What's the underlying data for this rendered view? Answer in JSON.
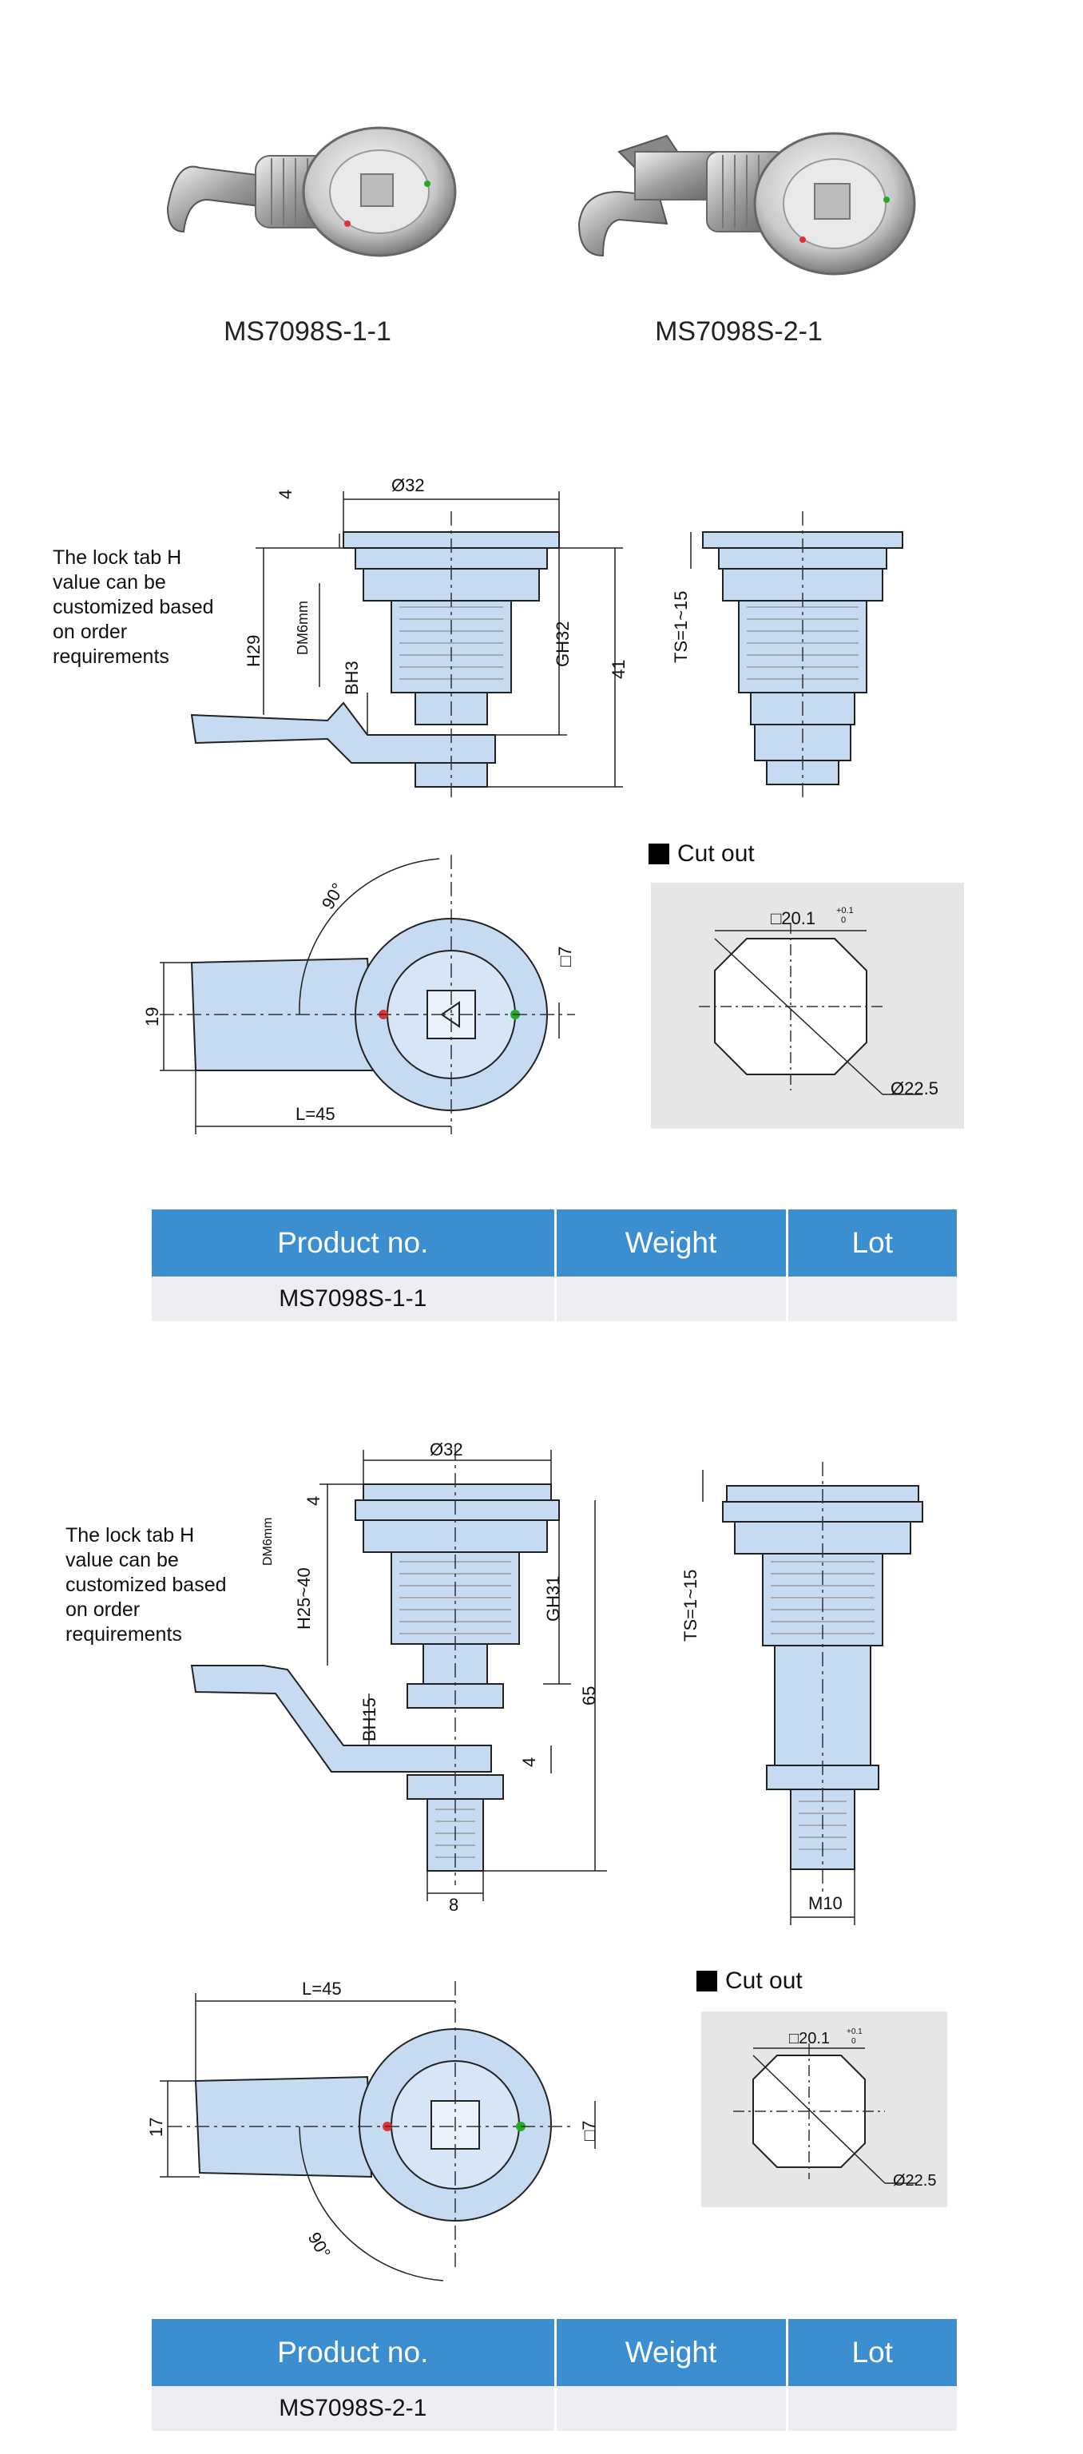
{
  "products": {
    "photo1_caption": "MS7098S-1-1",
    "photo2_caption": "MS7098S-2-1"
  },
  "drawing1": {
    "note": [
      "The lock tab H",
      "value can be",
      "customized based",
      "on order",
      "requirements"
    ],
    "dims": {
      "d32": "Ø32",
      "four": "4",
      "dm6": "DM6mm",
      "h29": "H29",
      "bh3": "BH3",
      "gh32": "GH32",
      "forty_one": "41",
      "ts": "TS=1~15",
      "ninety": "90°",
      "nineteen": "19",
      "sq7": "□7",
      "l45": "L=45"
    },
    "cutout": {
      "title": "Cut out",
      "sq": "□20.1",
      "tol": "+0.1",
      "tol0": "0",
      "dia": "Ø22.5"
    }
  },
  "table1": {
    "headers": [
      "Product no.",
      "Weight",
      "Lot"
    ],
    "row": [
      "MS7098S-1-1",
      "",
      ""
    ]
  },
  "drawing2": {
    "note": [
      "The lock tab H",
      "value can be",
      "customized based",
      "on order",
      "requirements"
    ],
    "dims": {
      "d32": "Ø32",
      "four": "4",
      "dm6": "DM6mm",
      "h25": "H25~40",
      "gh31": "GH31",
      "bh15": "BH15",
      "four_b": "4",
      "sixty_five": "65",
      "eight": "8",
      "ts": "TS=1~15",
      "m10": "M10",
      "l45": "L=45",
      "seventeen": "17",
      "sq7": "□7",
      "ninety": "90°"
    },
    "cutout": {
      "title": "Cut out",
      "sq": "□20.1",
      "tol": "+0.1",
      "tol0": "0",
      "dia": "Ø22.5"
    }
  },
  "table2": {
    "headers": [
      "Product no.",
      "Weight",
      "Lot"
    ],
    "row": [
      "MS7098S-2-1",
      "",
      ""
    ]
  },
  "colors": {
    "header_blue": "#3b8fd1",
    "part_fill": "#c6daf1",
    "dim_line": "#222222"
  }
}
